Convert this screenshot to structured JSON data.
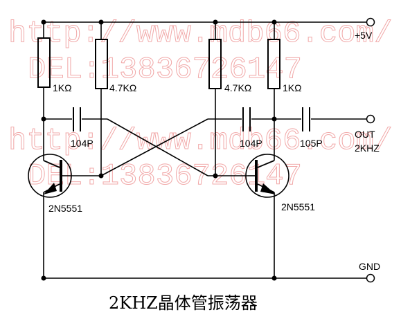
{
  "watermarks": {
    "url": "http://www.mdb66.com/",
    "tel": "DEL:13836726147"
  },
  "labels": {
    "r1": "1KΩ",
    "r2": "4.7KΩ",
    "r3": "4.7KΩ",
    "r4": "1KΩ",
    "c1": "104P",
    "c2": "104P",
    "c3": "105P",
    "q1": "2N5551",
    "q2": "2N5551",
    "vcc": "+5V",
    "out1": "OUT",
    "out2": "2KHZ",
    "gnd": "GND"
  },
  "title": "2KHZ晶体管振荡器"
}
